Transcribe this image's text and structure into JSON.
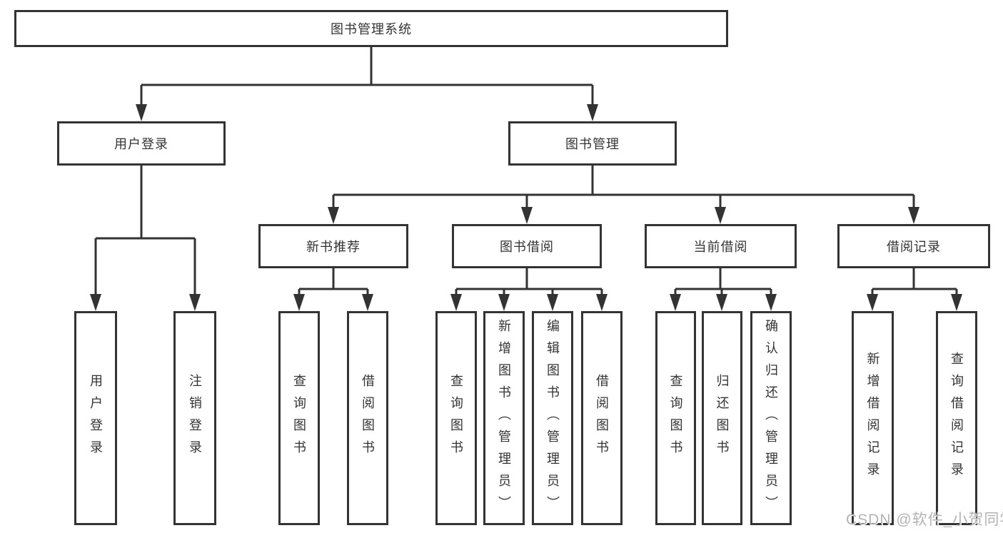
{
  "diagram": {
    "type": "tree",
    "root": {
      "label": "图书管理系统"
    },
    "level2": [
      {
        "label": "用户登录",
        "parent": "图书管理系统"
      },
      {
        "label": "图书管理",
        "parent": "图书管理系统"
      }
    ],
    "level3": [
      {
        "label": "新书推荐",
        "parent": "图书管理"
      },
      {
        "label": "图书借阅",
        "parent": "图书管理"
      },
      {
        "label": "当前借阅",
        "parent": "图书管理"
      },
      {
        "label": "借阅记录",
        "parent": "图书管理"
      }
    ],
    "leaves": [
      {
        "label": "用户登录",
        "parent": "用户登录"
      },
      {
        "label": "注销登录",
        "parent": "用户登录"
      },
      {
        "label": "查询图书",
        "parent": "新书推荐"
      },
      {
        "label": "借阅图书",
        "parent": "新书推荐"
      },
      {
        "label": "查询图书",
        "parent": "图书借阅"
      },
      {
        "label": "新增图书（管理员）",
        "parent": "图书借阅"
      },
      {
        "label": "编辑图书（管理员）",
        "parent": "图书借阅"
      },
      {
        "label": "借阅图书",
        "parent": "图书借阅"
      },
      {
        "label": "查询图书",
        "parent": "当前借阅"
      },
      {
        "label": "归还图书",
        "parent": "当前借阅"
      },
      {
        "label": "确认归还（管理员）",
        "parent": "当前借阅"
      },
      {
        "label": "新增借阅记录",
        "parent": "借阅记录"
      },
      {
        "label": "查询借阅记录",
        "parent": "借阅记录"
      }
    ],
    "colors": {
      "line": "#333333",
      "border": "#333333",
      "text": "#333333",
      "background": "#ffffff",
      "watermark": "#b3b3b3"
    }
  },
  "watermark": {
    "text": "CSDN @软件_小贺同学"
  }
}
